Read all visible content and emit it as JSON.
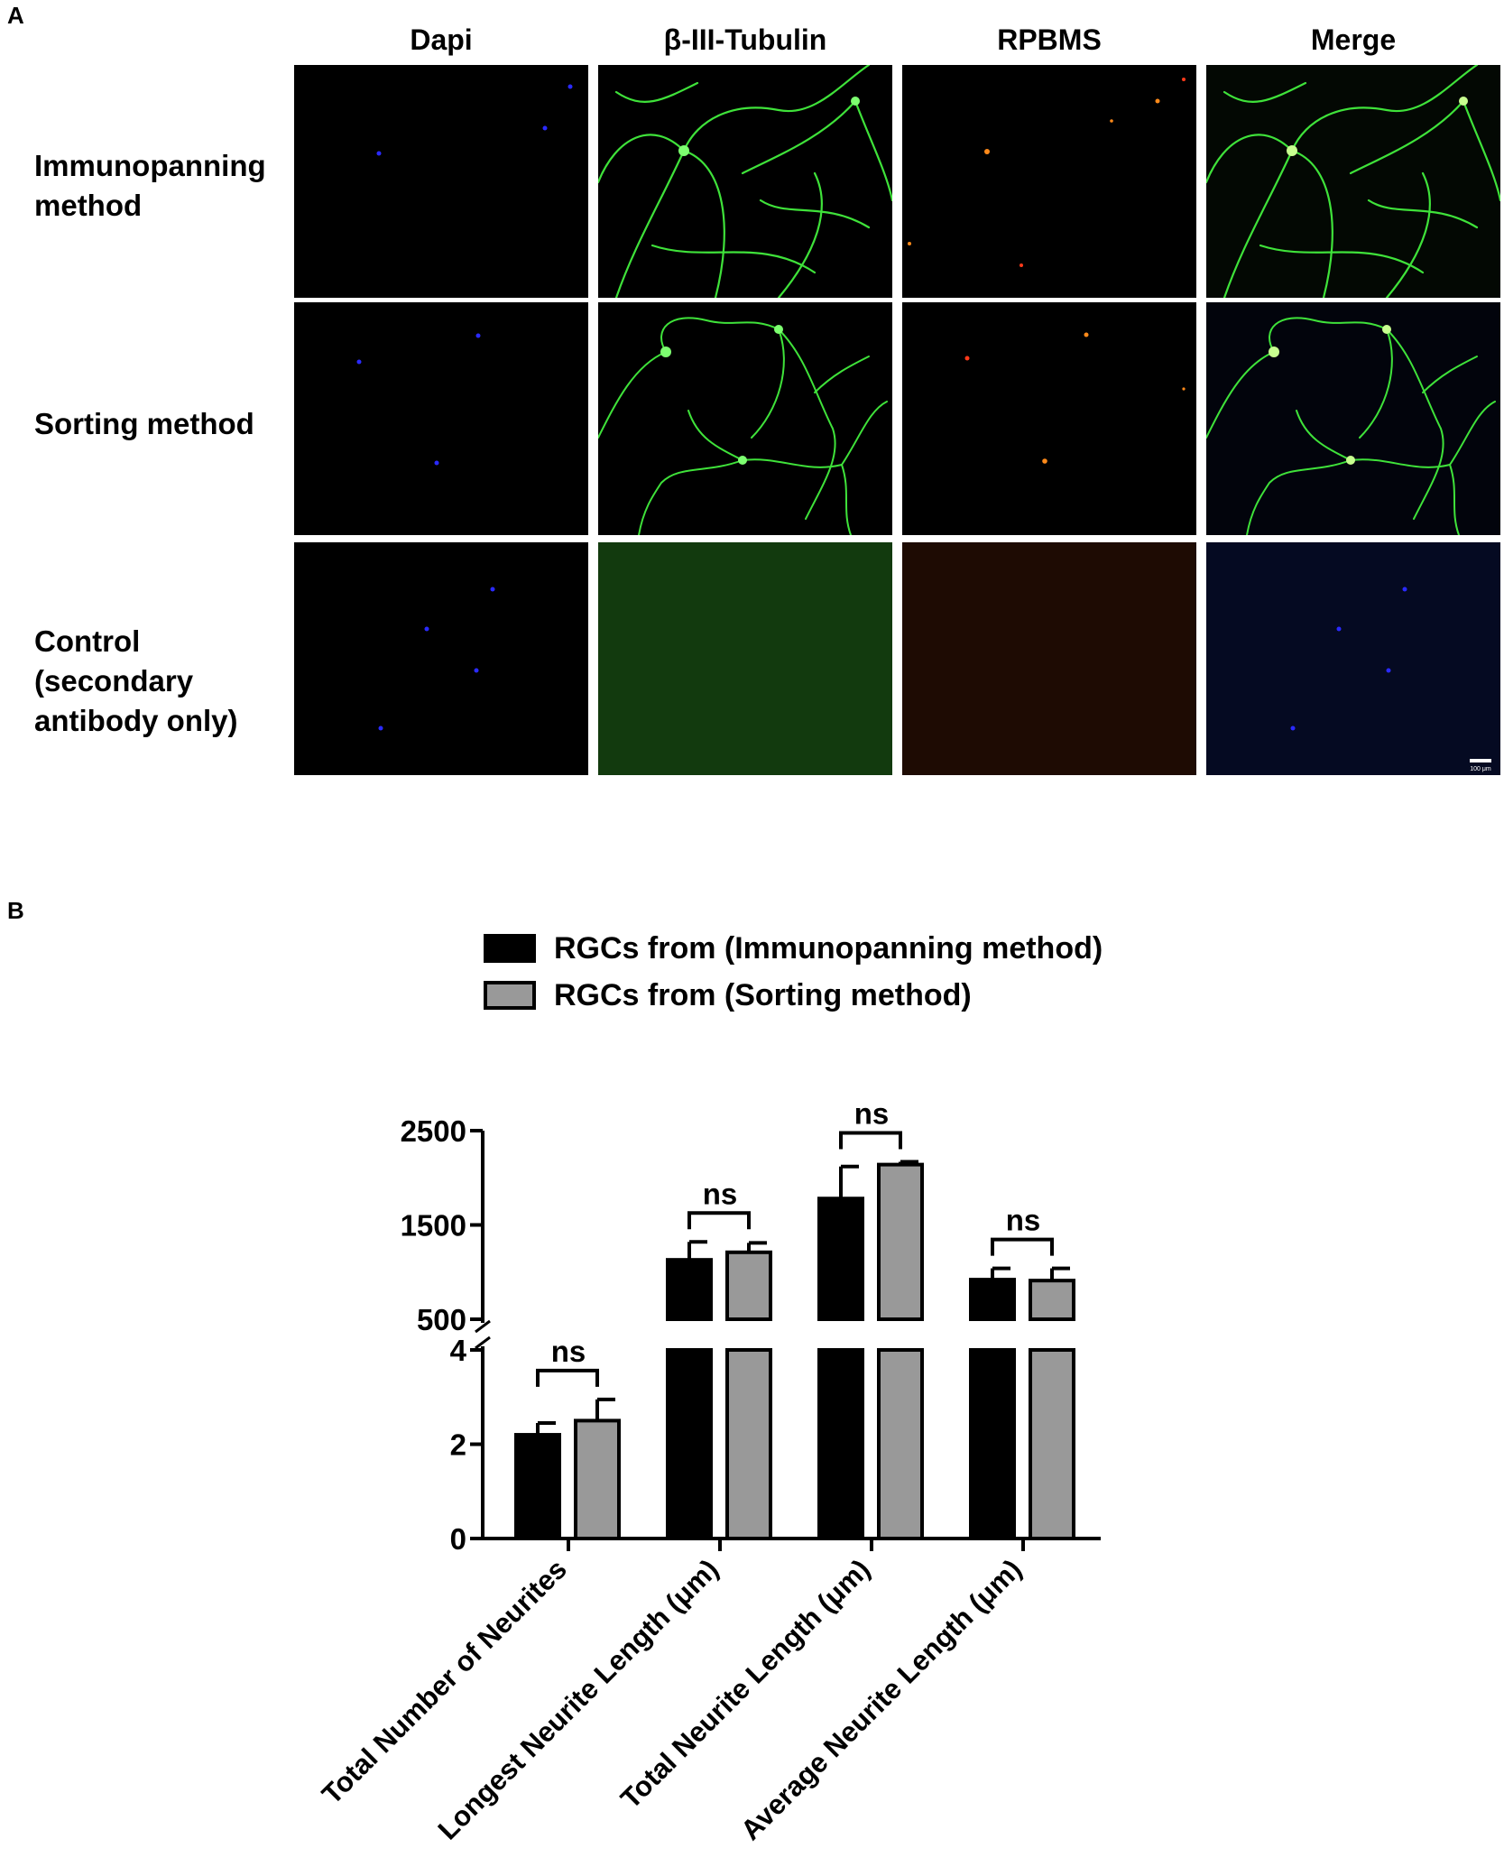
{
  "figure": {
    "panel_a_label": "A",
    "panel_b_label": "B",
    "columns": [
      "Dapi",
      "β-III-Tubulin",
      "RPBMS",
      "Merge"
    ],
    "rows": [
      {
        "lines": [
          "Immunopanning",
          "method"
        ]
      },
      {
        "lines": [
          "Sorting method"
        ]
      },
      {
        "lines": [
          "Control",
          "(secondary",
          "antibody only)"
        ]
      }
    ],
    "scale_bar_label": "100 μm",
    "colors": {
      "black_bg": "#000000",
      "dapi": "#2a2aff",
      "tubulin": "#3fe23a",
      "rpbms": "#ff8a1a",
      "control_green": "#123a0e",
      "control_red": "#1e0b03",
      "control_merge": "#050a22"
    }
  },
  "chart_data": {
    "type": "bar",
    "categories": [
      "Total Number of Neurites",
      "Longest Neurite Length (μm)",
      "Total Neurite Length (μm)",
      "Average Neurite Length (μm)"
    ],
    "series": [
      {
        "name": "RGCs from (Immunopanning method)",
        "color": "#000000",
        "values": [
          2.2,
          1130,
          1780,
          920
        ],
        "errors": [
          0.25,
          190,
          340,
          120
        ]
      },
      {
        "name": "RGCs from (Sorting method)",
        "color": "#999999",
        "values": [
          2.5,
          1210,
          2140,
          910
        ],
        "errors": [
          0.45,
          100,
          30,
          130
        ]
      }
    ],
    "y_axis": {
      "broken": true,
      "lower_range": [
        0,
        4
      ],
      "lower_ticks": [
        0,
        2,
        4
      ],
      "upper_range": [
        500,
        2500
      ],
      "upper_ticks": [
        500,
        1500,
        2500
      ]
    },
    "annotations": [
      "ns",
      "ns",
      "ns",
      "ns"
    ],
    "legend_position": "top-center",
    "xlabel": "",
    "ylabel": ""
  }
}
